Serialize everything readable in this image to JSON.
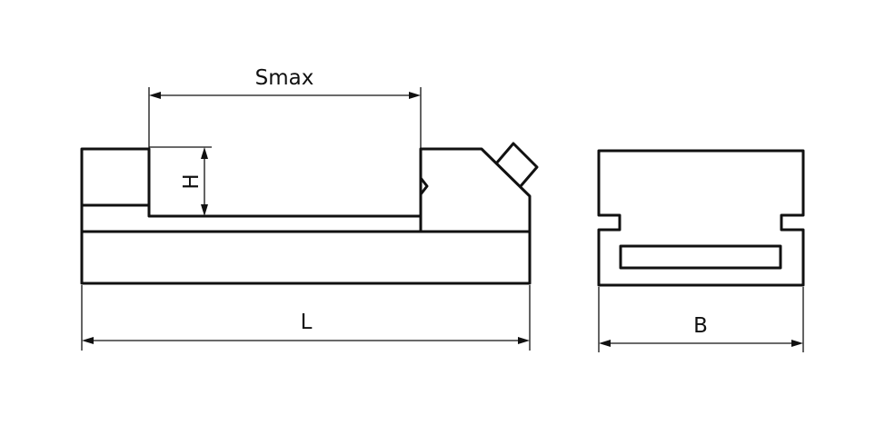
{
  "diagram": {
    "labels": {
      "stroke_max": "Smax",
      "height": "H",
      "length": "L",
      "width": "B"
    },
    "colors": {
      "line": "#111111",
      "background": "#ffffff"
    }
  }
}
